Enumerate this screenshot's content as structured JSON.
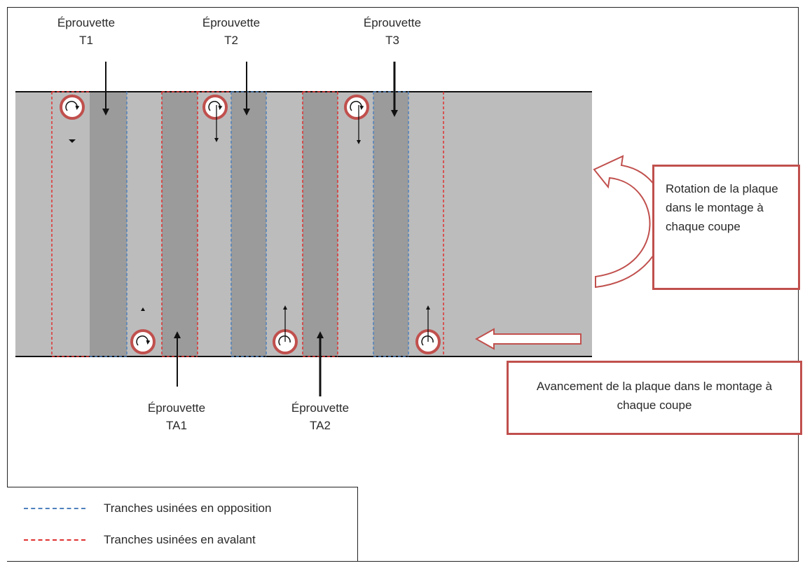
{
  "specimens_top": [
    {
      "line1": "Éprouvette",
      "line2": "T1"
    },
    {
      "line1": "Éprouvette",
      "line2": "T2"
    },
    {
      "line1": "Éprouvette",
      "line2": "T3"
    }
  ],
  "specimens_bottom": [
    {
      "line1": "Éprouvette",
      "line2": "TA1"
    },
    {
      "line1": "Éprouvette",
      "line2": "TA2"
    }
  ],
  "callouts": {
    "rotation": "Rotation de la plaque dans le montage à chaque coupe",
    "advance": "Avancement de la plaque dans le montage à chaque coupe"
  },
  "legend": {
    "opposition": "Tranches usinées en opposition",
    "avalant": "Tranches usinées en avalant"
  },
  "colors": {
    "plate": "#bcbcbc",
    "specimen_strip": "#999999",
    "opposition_line": "#4f81bd",
    "avalant_line": "#e03030",
    "callout_border": "#c0504d",
    "tool_circle": "#c0504d"
  },
  "icons": {
    "tool": "rotating-tool-icon",
    "rotation_arrow": "curved-arrow-icon",
    "advance_arrow": "left-arrow-icon"
  }
}
